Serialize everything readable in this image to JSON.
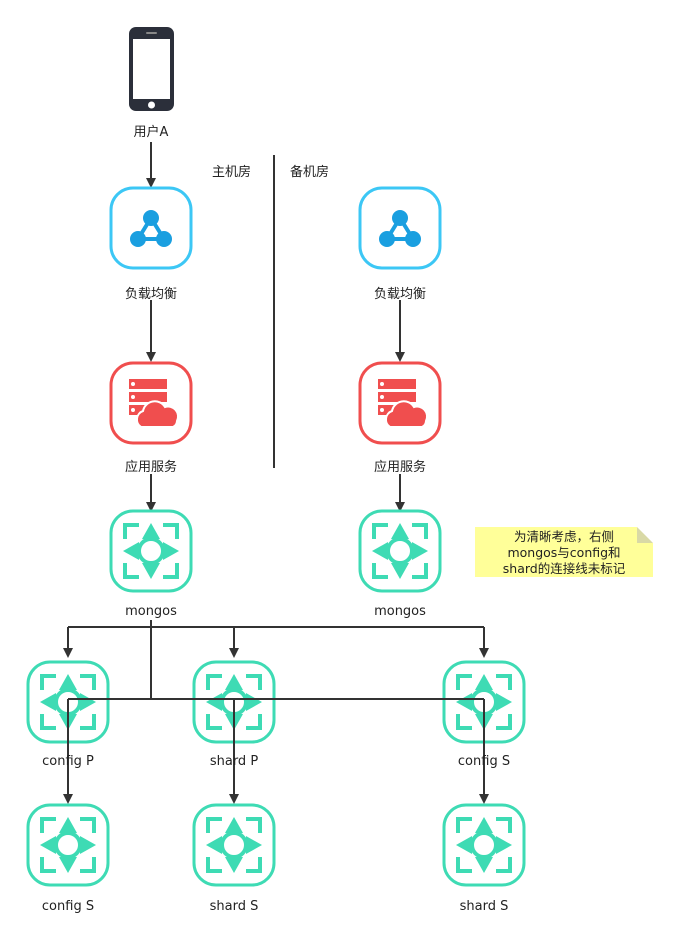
{
  "colors": {
    "lb": "#3cc7f5",
    "app": "#f04e4e",
    "mongo": "#3edbb4",
    "line": "#333333",
    "note_bg": "#ffff99"
  },
  "user": {
    "label": "用户A",
    "icon": "phone-icon"
  },
  "rooms": {
    "primary": "主机房",
    "backup": "备机房"
  },
  "primary": {
    "lb_label": "负载均衡",
    "app_label": "应用服务",
    "mongos_label": "mongos"
  },
  "backup": {
    "lb_label": "负载均衡",
    "app_label": "应用服务",
    "mongos_label": "mongos"
  },
  "cluster": {
    "config_p": "config P",
    "shard_p": "shard P",
    "config_s_top": "config S",
    "config_s_bottom": "config S",
    "shard_s_mid": "shard S",
    "shard_s_right": "shard S"
  },
  "note": {
    "line1": "为清晰考虑，右侧",
    "line2": "mongos与config和",
    "line3": "shard的连接线未标记"
  }
}
